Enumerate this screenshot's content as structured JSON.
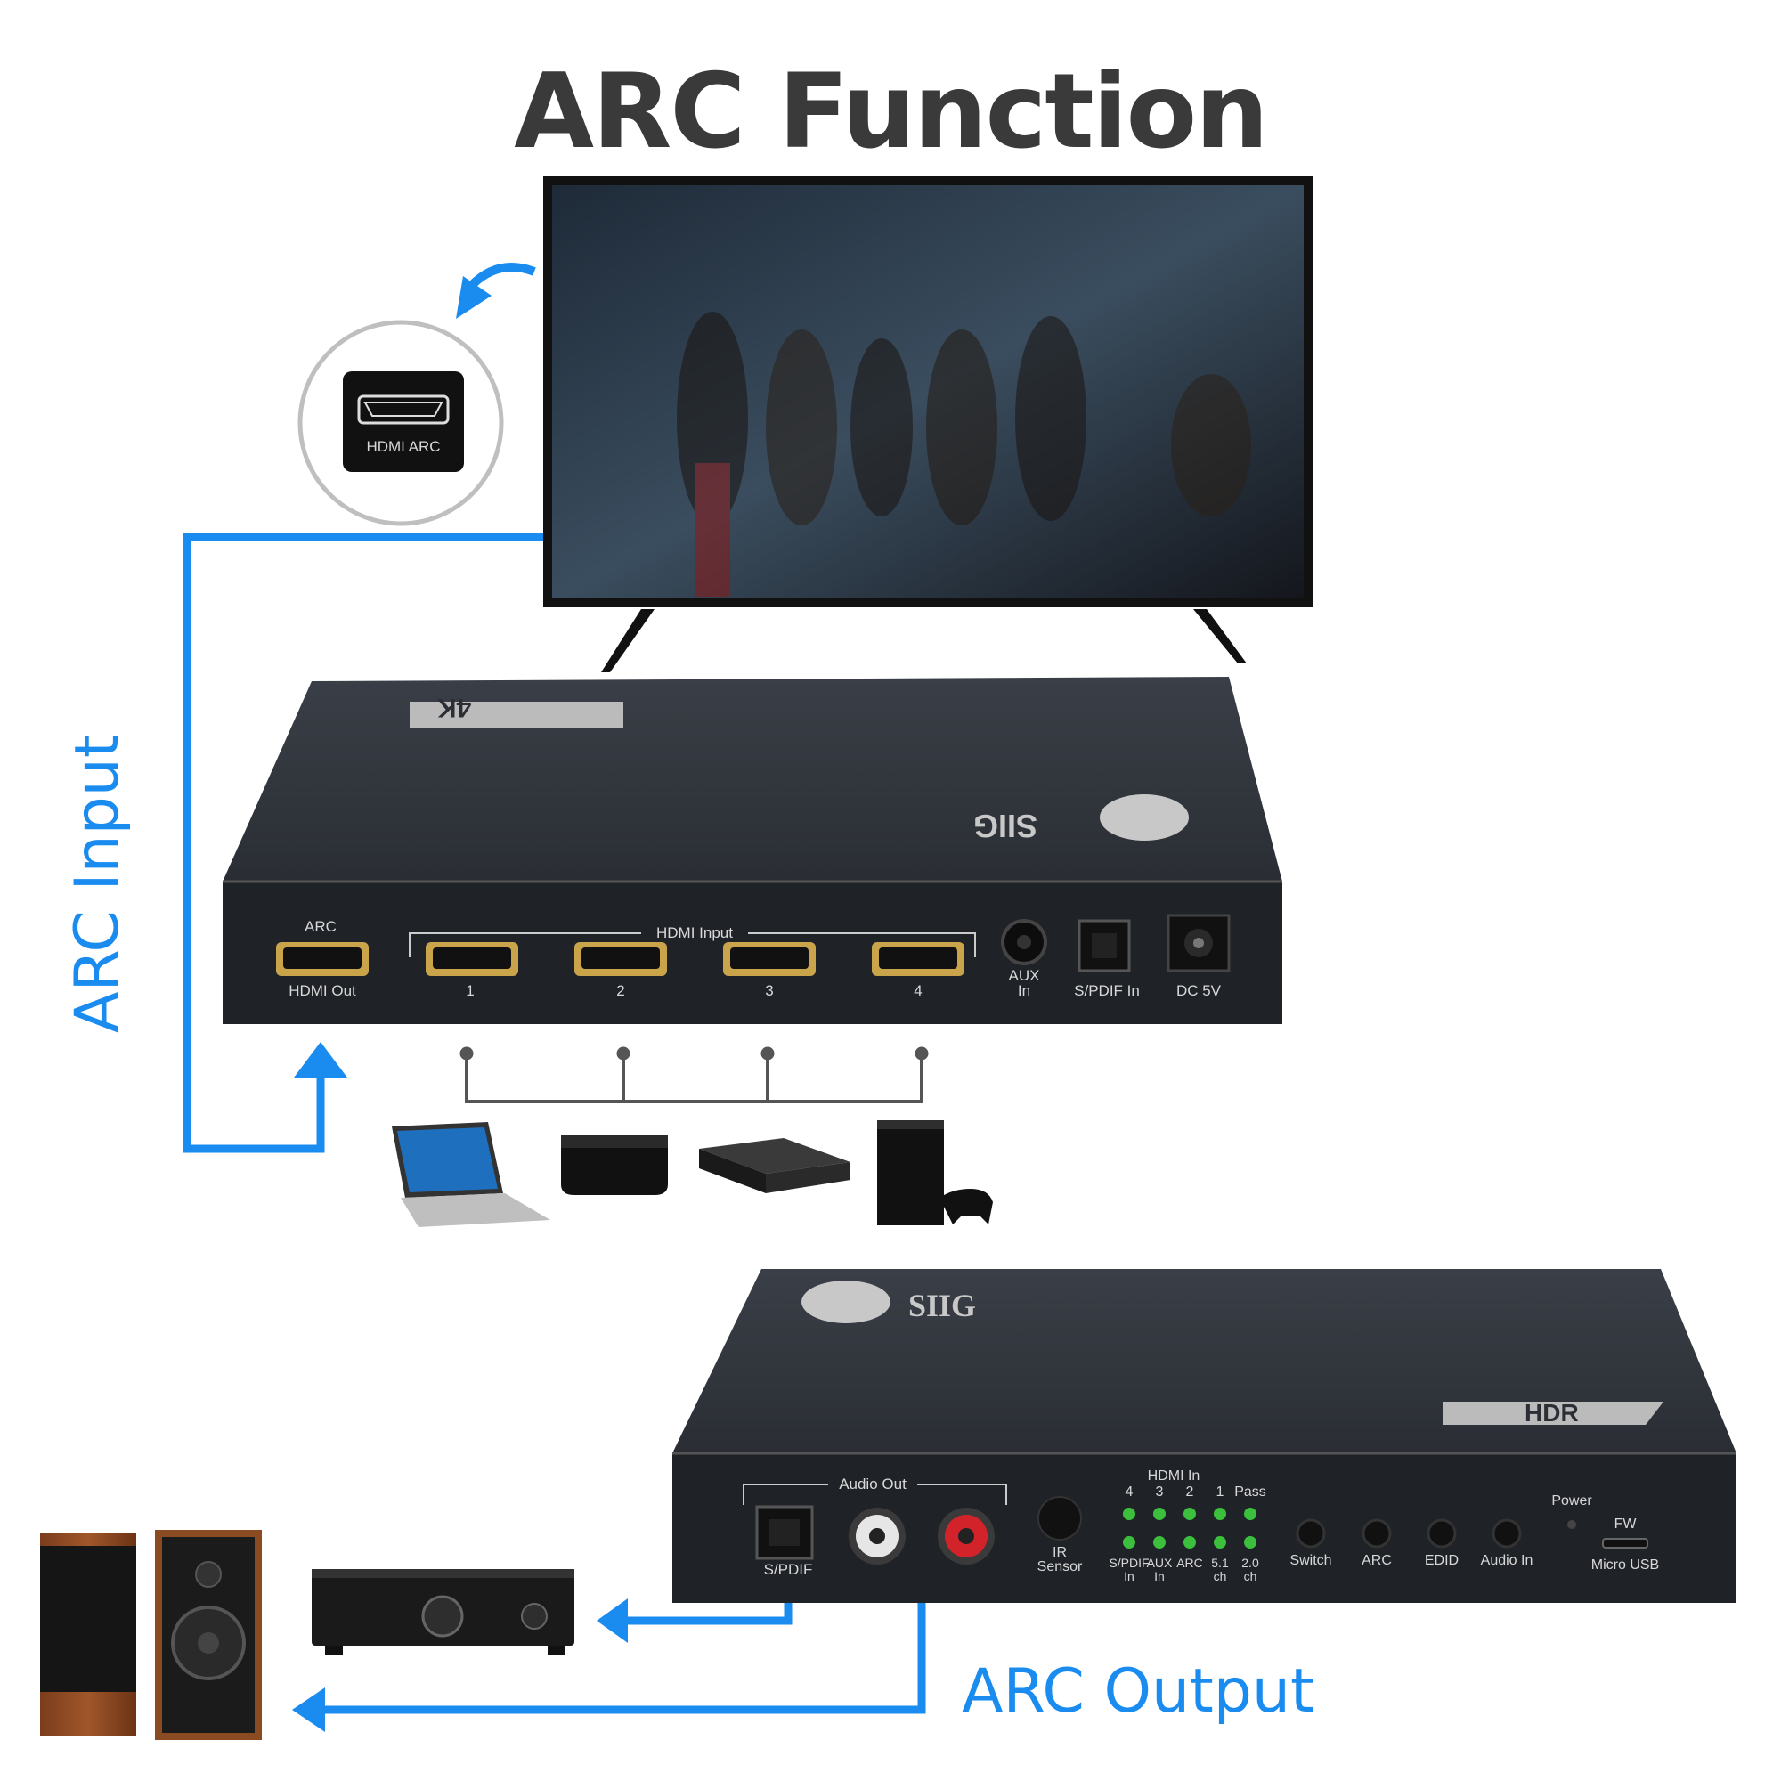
{
  "title": "ARC Function",
  "labels": {
    "arc_input": "ARC Input",
    "arc_output": "ARC Output",
    "hdmi_arc_badge": "HDMI ARC"
  },
  "brand": {
    "logo_text": "SIIG",
    "badge_4k": "4K",
    "badge_hdr": "HDR"
  },
  "top_device": {
    "arc_label": "ARC",
    "hdmi_out": "HDMI Out",
    "hdmi_input_group": "HDMI Input",
    "ports": [
      "1",
      "2",
      "3",
      "4"
    ],
    "aux_in_line1": "AUX",
    "aux_in_line2": "In",
    "spdif_in": "S/PDIF In",
    "dc": "DC 5V"
  },
  "bottom_device": {
    "audio_out": "Audio Out",
    "spdif": "S/PDIF",
    "ir_line1": "IR",
    "ir_line2": "Sensor",
    "hdmi_in": "HDMI In",
    "led_top": [
      "4",
      "3",
      "2",
      "1",
      "Pass"
    ],
    "led_bottom": [
      {
        "line1": "S/PDIF",
        "line2": "In"
      },
      {
        "line1": "AUX",
        "line2": "In"
      },
      {
        "line1": "ARC",
        "line2": ""
      },
      {
        "line1": "5.1",
        "line2": "ch"
      },
      {
        "line1": "2.0",
        "line2": "ch"
      }
    ],
    "buttons": [
      "Switch",
      "ARC",
      "EDID",
      "Audio In"
    ],
    "power": "Power",
    "fw": "FW",
    "micro_usb": "Micro USB"
  },
  "colors": {
    "accent_blue": "#1a8cf0",
    "device_body": "#2b2f35",
    "hdmi_gold": "#c9a44a",
    "led_green": "#3cbf3c"
  },
  "icons": [
    "arrow-up-icon",
    "arrow-left-icon",
    "curved-arrow-icon",
    "laptop-icon",
    "apple-tv-icon",
    "bluray-player-icon",
    "game-console-icon",
    "amplifier-icon",
    "speaker-icon",
    "tv-icon"
  ]
}
